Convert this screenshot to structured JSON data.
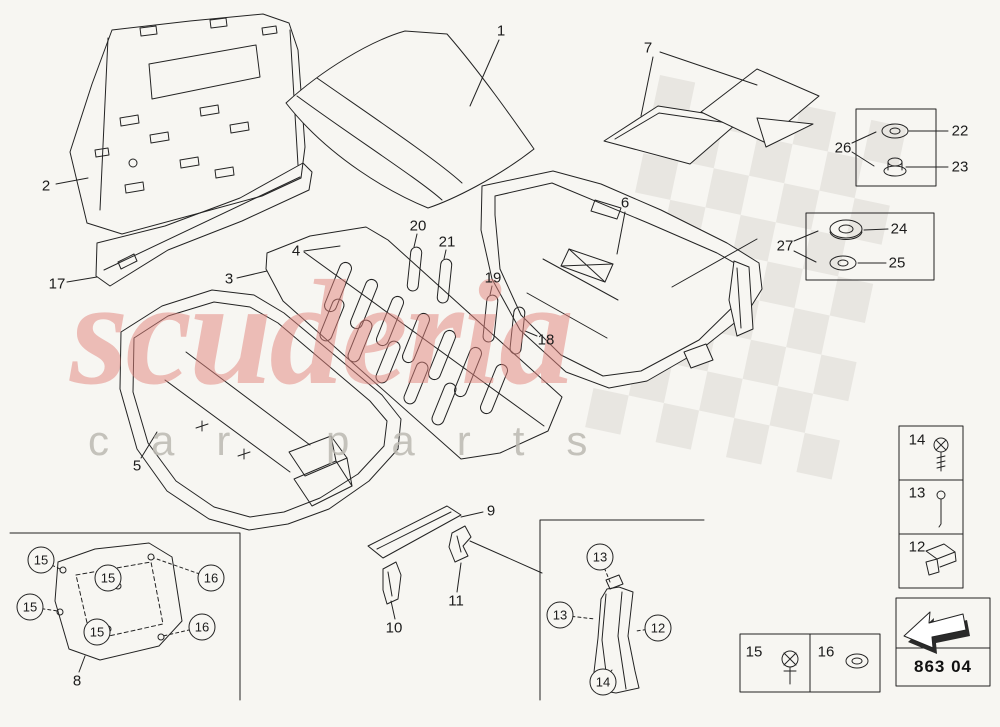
{
  "watermark": {
    "brand": "scuderia",
    "tagline": "car parts"
  },
  "diagram": {
    "part_code": "863 04",
    "callouts": {
      "c1": "1",
      "c2": "2",
      "c3": "3",
      "c4": "4",
      "c5": "5",
      "c6": "6",
      "c7": "7",
      "c8": "8",
      "c9": "9",
      "c10": "10",
      "c11": "11",
      "c17": "17",
      "c18": "18",
      "c19": "19",
      "c20": "20",
      "c21": "21",
      "c22": "22",
      "c23": "23",
      "c24": "24",
      "c25": "25",
      "c26": "26",
      "c27": "27"
    },
    "circled": {
      "c12": "12",
      "c13": "13",
      "c14": "14",
      "c15": "15",
      "c16": "16"
    },
    "legend": {
      "box12": "12",
      "box13": "13",
      "box14": "14",
      "box15": "15",
      "box16": "16"
    },
    "legend_icons": {
      "item22": "cap-grommet-icon",
      "item23": "cap-nut-icon",
      "item24": "grommet-icon",
      "item25": "washer-icon",
      "item14": "screw-icon",
      "item13": "pin-icon",
      "item12": "clip-bracket-icon",
      "item15": "push-rivet-icon",
      "item16": "grommet-ring-icon",
      "part_code_box": "direction-arrow-icon"
    },
    "colors": {
      "background": "#f7f6f2",
      "line": "#232323",
      "watermark_brand": "#e2837c",
      "watermark_tagline": "#bcb9b2",
      "checker": "#e8e6e1"
    }
  }
}
